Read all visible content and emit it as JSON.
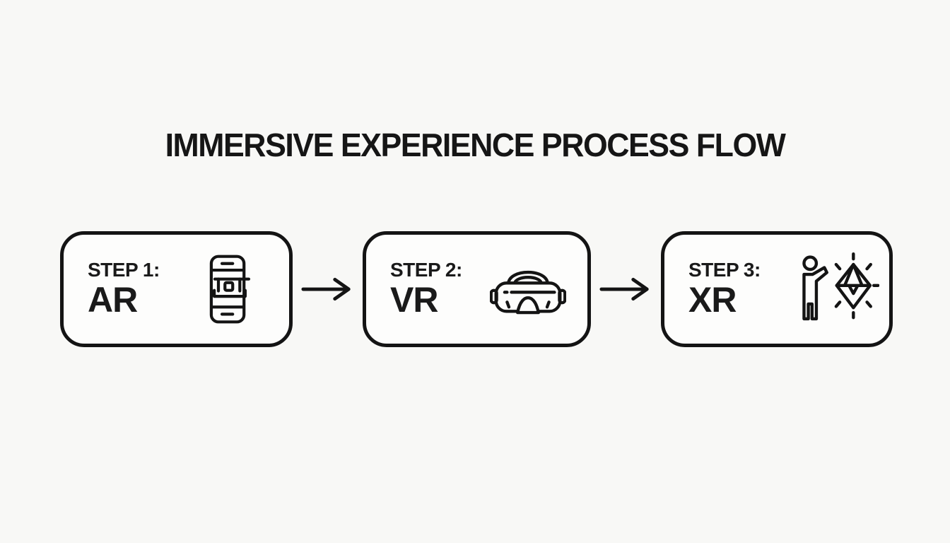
{
  "title": "IMMERSIVE EXPERIENCE PROCESS FLOW",
  "steps": [
    {
      "label": "STEP 1:",
      "name": "AR",
      "icon": "smartphone-ar-icon"
    },
    {
      "label": "STEP 2:",
      "name": "VR",
      "icon": "vr-headset-icon"
    },
    {
      "label": "STEP 3:",
      "name": "XR",
      "icon": "person-hologram-icon"
    }
  ],
  "connectors": [
    {
      "icon": "arrow-right-icon"
    },
    {
      "icon": "arrow-right-icon"
    }
  ],
  "colors": {
    "background": "#f8f8f6",
    "ink": "#141414",
    "box_fill": "#fdfdfc",
    "text": "#1a1a1a"
  }
}
